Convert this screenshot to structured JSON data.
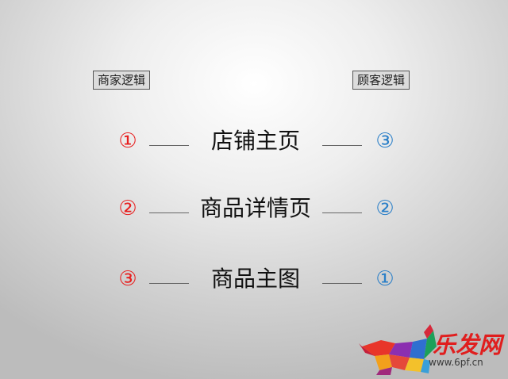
{
  "tags": {
    "left": "商家逻辑",
    "right": "顾客逻辑"
  },
  "rows": [
    {
      "left_num": "①",
      "label": "店铺主页",
      "right_num": "③"
    },
    {
      "left_num": "②",
      "label": "商品详情页",
      "right_num": "②"
    },
    {
      "left_num": "③",
      "label": "商品主图",
      "right_num": "①"
    }
  ],
  "logo": {
    "text": "乐发网",
    "url": "www.6pf.cn"
  },
  "colors": {
    "merchant": "#e81e1e",
    "customer": "#2a7fc8",
    "logo_red": "#e01e1e"
  }
}
